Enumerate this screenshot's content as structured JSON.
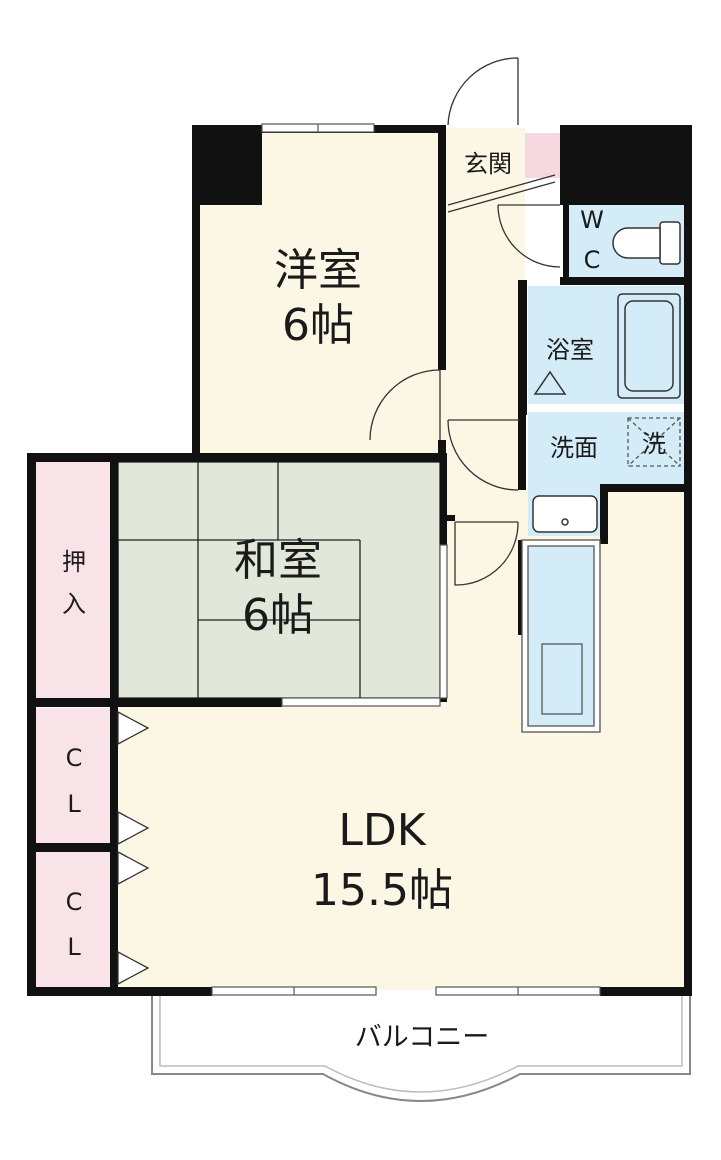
{
  "rooms": {
    "western": {
      "name": "洋室",
      "size": "6帖"
    },
    "japanese": {
      "name": "和室",
      "size": "6帖"
    },
    "ldk": {
      "name": "LDK",
      "size": "15.5帖"
    },
    "entrance": {
      "name": "玄関"
    },
    "wc": {
      "line1": "W",
      "line2": "C"
    },
    "bath": {
      "name": "浴室"
    },
    "washroom": {
      "name": "洗面"
    },
    "laundry": {
      "name": "洗"
    },
    "oshiire": {
      "line1": "押",
      "line2": "入"
    },
    "closet1": {
      "line1": "C",
      "line2": "L"
    },
    "closet2": {
      "line1": "C",
      "line2": "L"
    },
    "balcony": {
      "name": "バルコニー"
    }
  },
  "colors": {
    "floor": "#fcf6e4",
    "tatami": "#e1e8da",
    "closet": "#f8e4e8",
    "wet": "#d4ecf8",
    "wall": "#111111",
    "entrance_tile": "#f8d8e0"
  }
}
